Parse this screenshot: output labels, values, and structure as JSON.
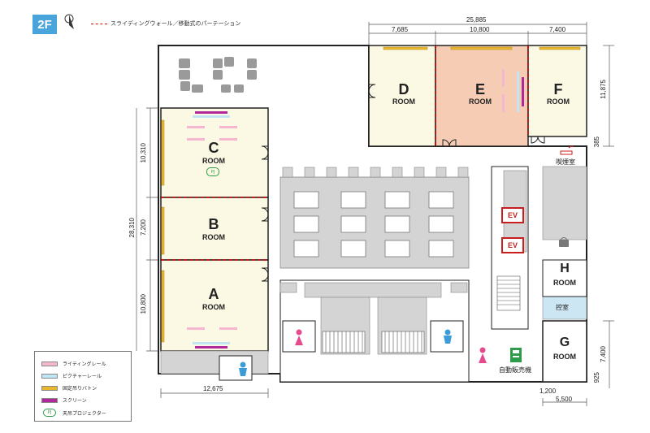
{
  "header": {
    "floor": "2F",
    "partition_legend": "スライディングウォール／移動式のパーテーション"
  },
  "dimensions": {
    "total_width": "25,885",
    "d_width": "7,685",
    "e_width": "10,800",
    "f_width": "7,400",
    "right_height": "11,875",
    "smoking_gap": "385",
    "c_height": "10,310",
    "left_total": "28,310",
    "b_height": "7,200",
    "a_height": "10,800",
    "bottom_width": "12,675",
    "corridor_gap": "1,200",
    "g_width": "5,500",
    "g_height": "7,400",
    "g_gap": "925"
  },
  "rooms": {
    "a": {
      "letter": "A",
      "word": "ROOM"
    },
    "b": {
      "letter": "B",
      "word": "ROOM"
    },
    "c": {
      "letter": "C",
      "word": "ROOM",
      "projector_mark": "PJ"
    },
    "d": {
      "letter": "D",
      "word": "ROOM"
    },
    "e": {
      "letter": "E",
      "word": "ROOM"
    },
    "f": {
      "letter": "F",
      "word": "ROOM"
    },
    "g": {
      "letter": "G",
      "word": "ROOM"
    },
    "h": {
      "letter": "H",
      "word": "ROOM"
    }
  },
  "labels": {
    "smoking_room": "喫煙室",
    "waiting_room": "控室",
    "vending_machine": "自動販売機",
    "ev": "EV"
  },
  "legend": [
    {
      "label": "ライティングレール",
      "color": "#f6b6d0"
    },
    {
      "label": "ピクチャーレール",
      "color": "#bfe6f2"
    },
    {
      "label": "固定吊りバトン",
      "color": "#e8b730"
    },
    {
      "label": "スクリーン",
      "color": "#b0289a"
    },
    {
      "label": "天吊プロジェクター",
      "icon": "PJ"
    }
  ],
  "colors": {
    "room_fill": "#fbf9e4",
    "room_e_fill": "#f6cdb4",
    "gray_fill": "#d4d4d4",
    "partition_red": "#d40000",
    "accent_blue": "#4aa4dc"
  }
}
